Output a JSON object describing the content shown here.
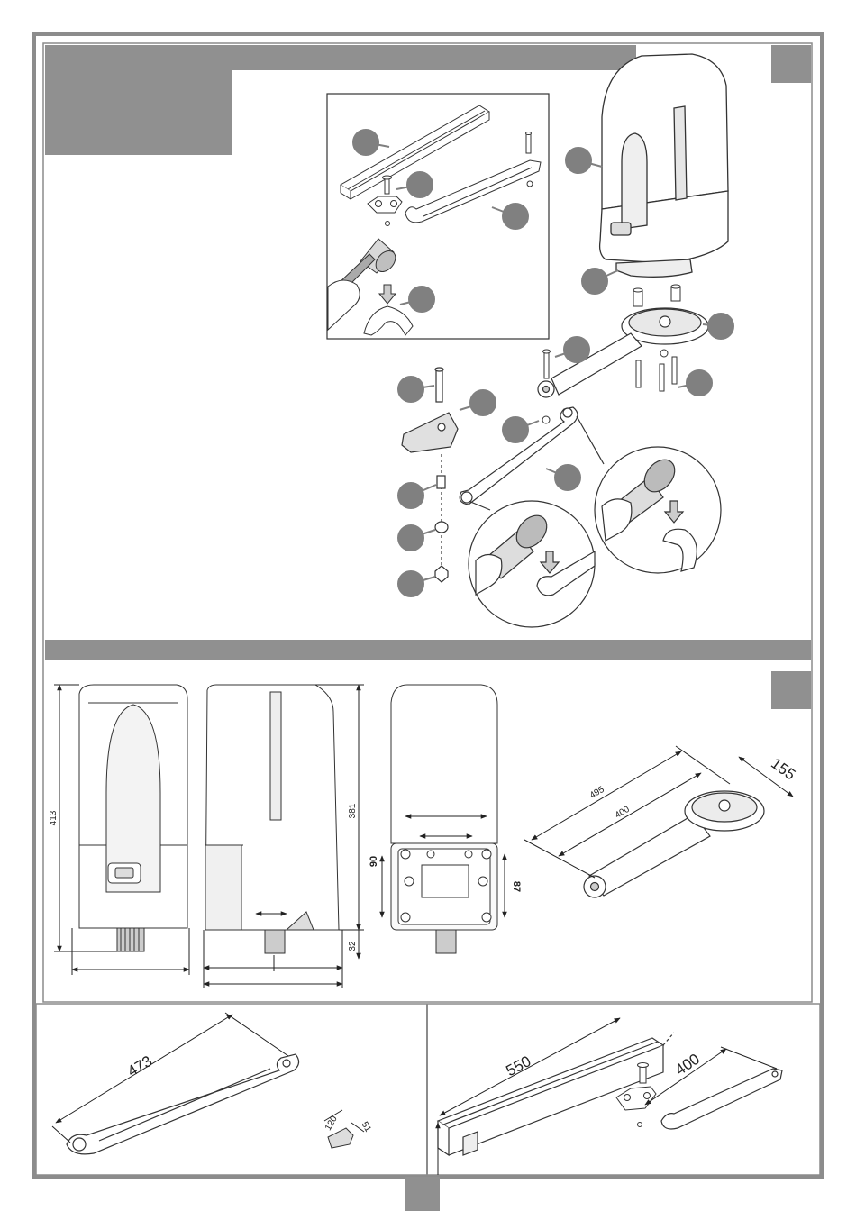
{
  "palette": {
    "frame": "#8c8c8c",
    "bar": "#909090",
    "callout": "#808080",
    "line": "#333333"
  },
  "icons": [
    "hammer-icon",
    "press-arrow-icon"
  ],
  "assembly_callouts": 15,
  "dimensions": {
    "height_front": "413",
    "height_side": "381",
    "base_offset": "32",
    "mount_left": "90",
    "mount_right": "87",
    "arm_total": "495",
    "arm_centers": "400",
    "plate_width": "155",
    "curved_arm": "473",
    "bracket_a": "120",
    "bracket_b": "51",
    "rail_length": "550",
    "rail_arm": "400"
  }
}
